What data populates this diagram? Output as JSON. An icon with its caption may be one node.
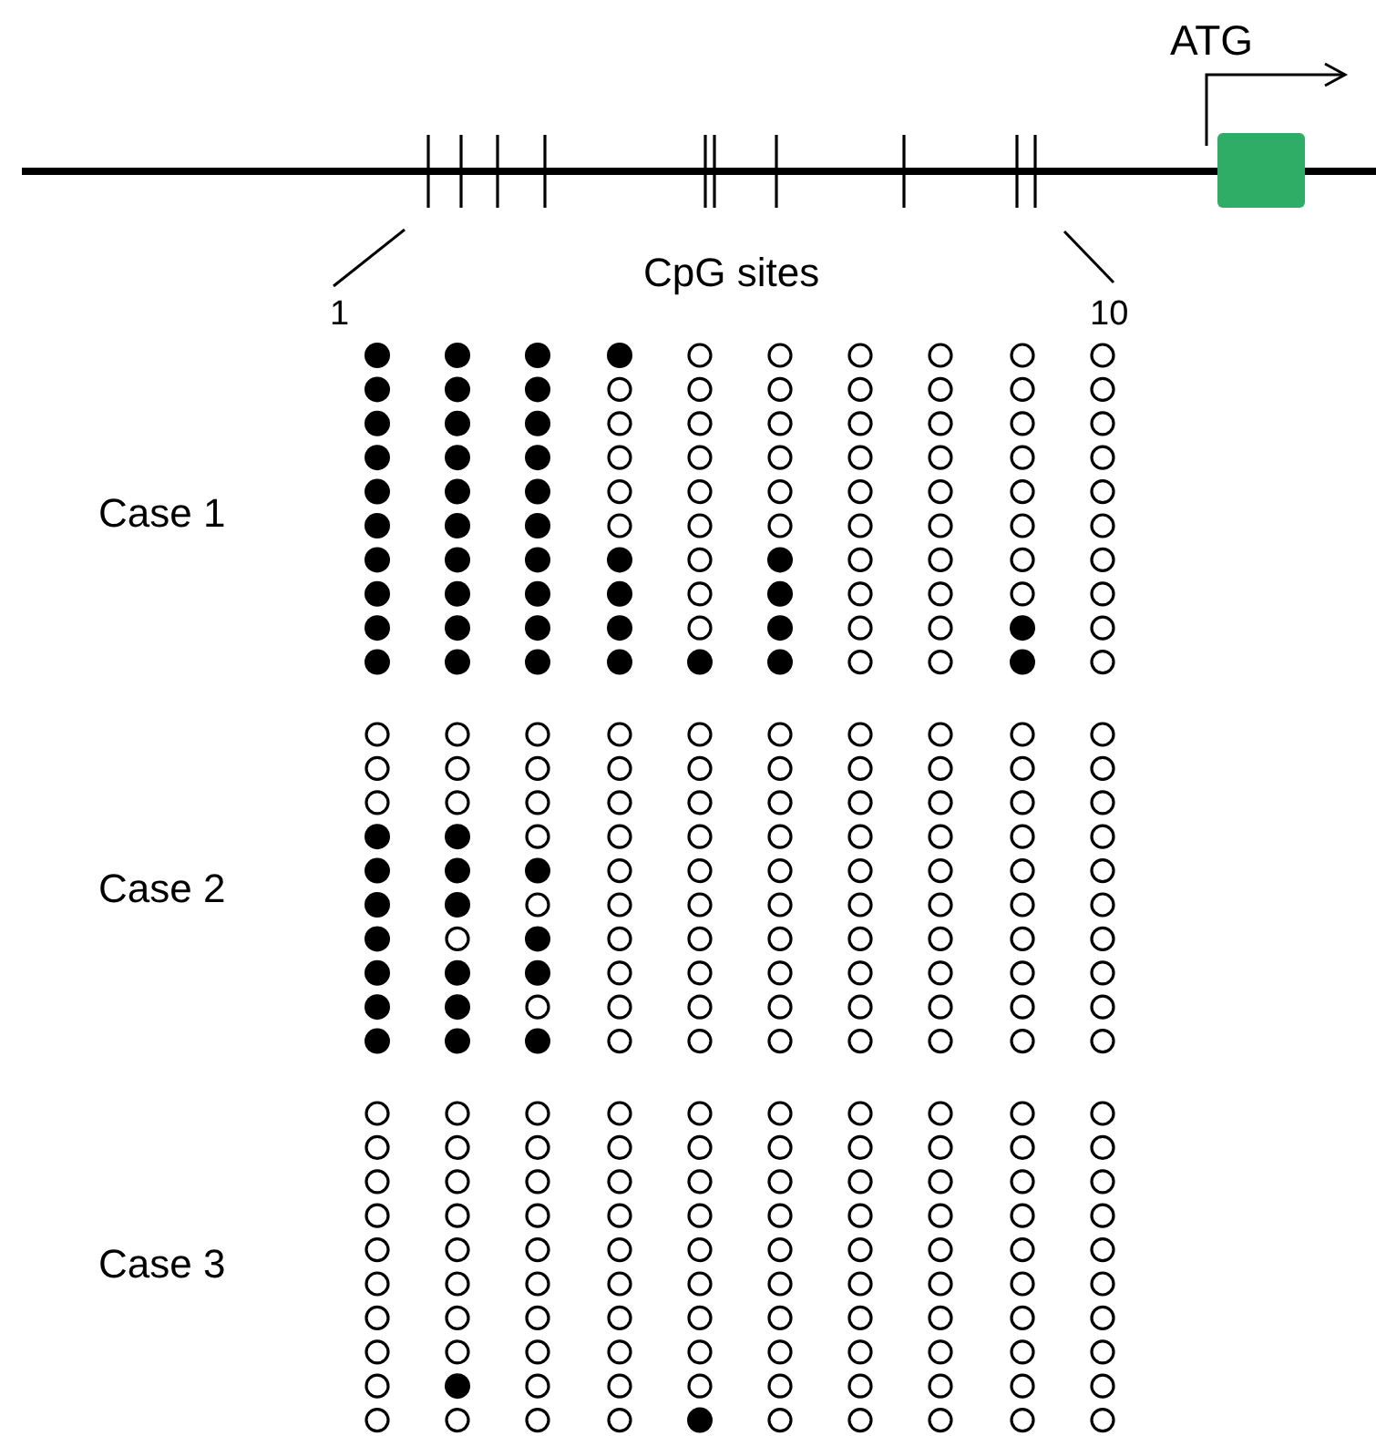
{
  "diagram": {
    "nodes": [
      {
        "text": [
          "1"
        ]
      },
      {
        "text": [
          "10"
        ]
      }
    ],
    "edges": [
      {
        "from": 0,
        "to": null,
        "arrow": "none"
      },
      {
        "from": 1,
        "to": null,
        "arrow": "none"
      }
    ],
    "labels": [
      "ATG",
      "CpG sites",
      "Case 1",
      "Case 2",
      "Case 3"
    ]
  }
}
